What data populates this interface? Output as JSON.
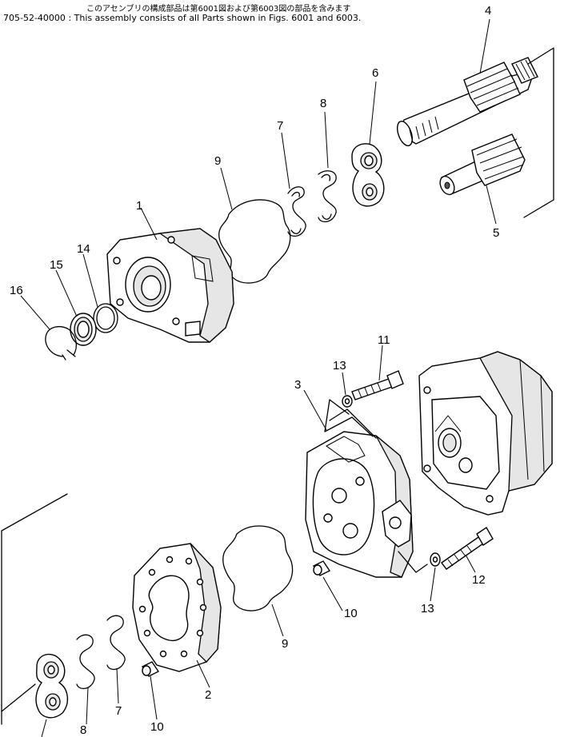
{
  "header": {
    "note_jp": "このアセンブリの構成部品は第6001図および第6003図の部品を含みます",
    "part_number": "705-52-40000",
    "note_en": ": This assembly consists of all Parts shown in Figs. 6001 and 6003."
  },
  "callouts": {
    "c1": "1",
    "c2": "2",
    "c3": "3",
    "c4": "4",
    "c5": "5",
    "c6": "6",
    "c7a": "7",
    "c7b": "7",
    "c8a": "8",
    "c8b": "8",
    "c9a": "9",
    "c9b": "9",
    "c10a": "10",
    "c10b": "10",
    "c11": "11",
    "c12": "12",
    "c13a": "13",
    "c13b": "13",
    "c14": "14",
    "c15": "15",
    "c16": "16"
  }
}
